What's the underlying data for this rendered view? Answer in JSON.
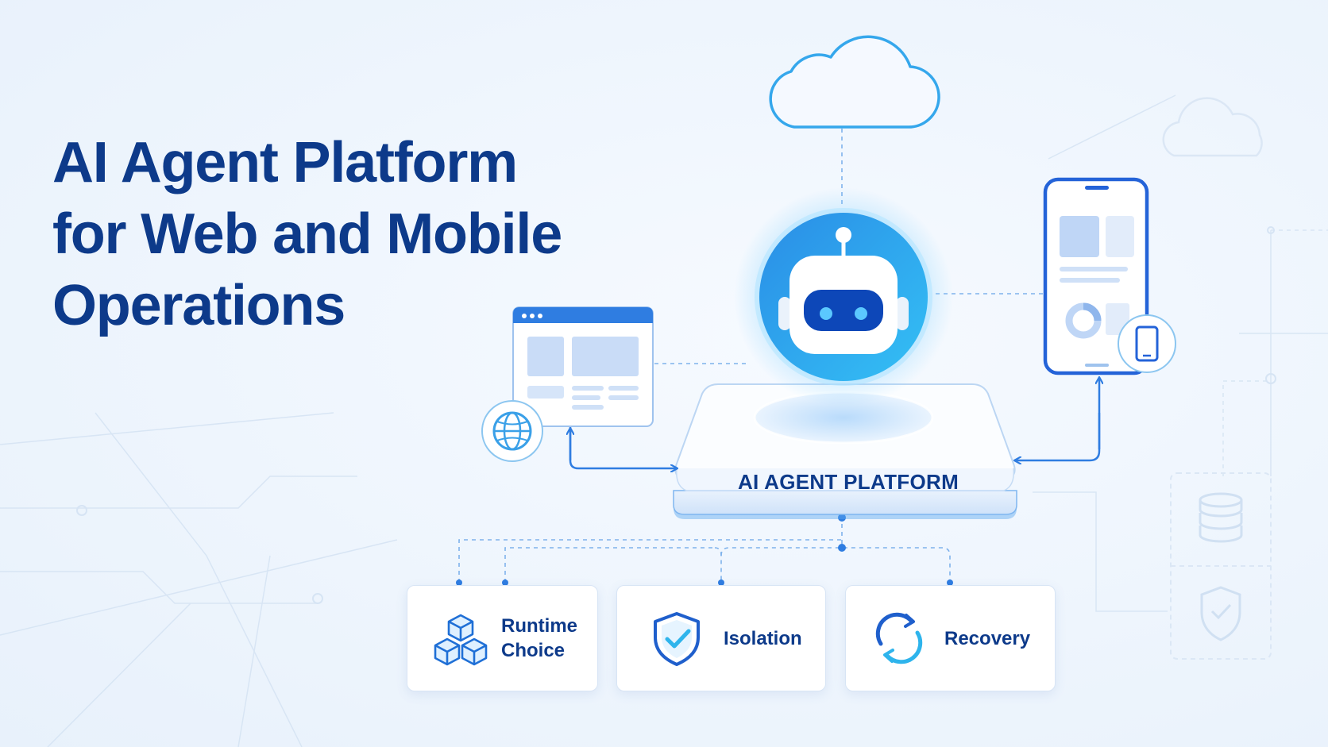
{
  "title": {
    "lines": [
      "AI Agent Platform",
      "for Web and Mobile",
      "Operations"
    ]
  },
  "platform": {
    "label": "AI AGENT PLATFORM"
  },
  "features": [
    {
      "label_lines": [
        "Runtime",
        "Choice"
      ],
      "icon": "cubes-icon"
    },
    {
      "label_lines": [
        "Isolation"
      ],
      "icon": "shield-check-icon"
    },
    {
      "label_lines": [
        "Recovery"
      ],
      "icon": "refresh-cycle-icon"
    }
  ],
  "nodes": {
    "cloud": {
      "icon": "cloud-icon"
    },
    "web": {
      "icon": "browser-window-icon",
      "badge_icon": "globe-icon"
    },
    "mobile": {
      "icon": "smartphone-icon",
      "badge_icon": "phone-icon"
    },
    "agent": {
      "icon": "robot-icon"
    }
  },
  "colors": {
    "title": "#0d3a8a",
    "accent": "#2f7de1",
    "light_accent": "#9cc7f3",
    "background": "#eef5fd"
  }
}
